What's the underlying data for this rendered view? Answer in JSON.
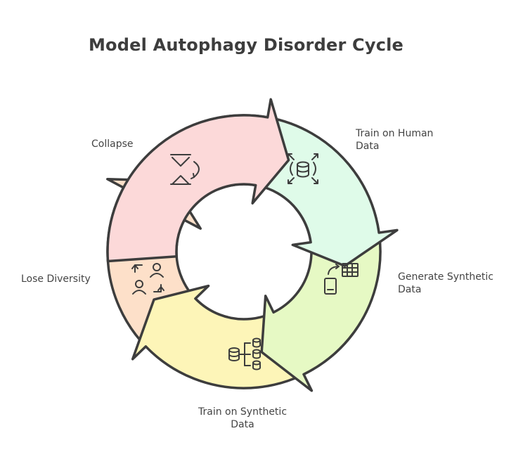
{
  "title": "Model Autophagy Disorder Cycle",
  "colors": {
    "stroke": "#3d3d3d",
    "collapse": "#fcd9d9",
    "train_human": "#dffbe9",
    "generate_synthetic": "#e6f9c4",
    "train_synthetic": "#fdf5b8",
    "lose_diversity": "#fde0c9"
  },
  "stages": [
    {
      "id": "train_human",
      "label": "Train on Human Data",
      "icon": "database-expand-icon"
    },
    {
      "id": "generate_synthetic",
      "label": "Generate Synthetic Data",
      "icon": "phone-table-icon"
    },
    {
      "id": "train_synthetic",
      "label": "Train on Synthetic Data",
      "icon": "database-stack-icon"
    },
    {
      "id": "lose_diversity",
      "label": "Lose Diversity",
      "icon": "users-swap-icon"
    },
    {
      "id": "collapse",
      "label": "Collapse",
      "icon": "hourglass-icon"
    }
  ]
}
